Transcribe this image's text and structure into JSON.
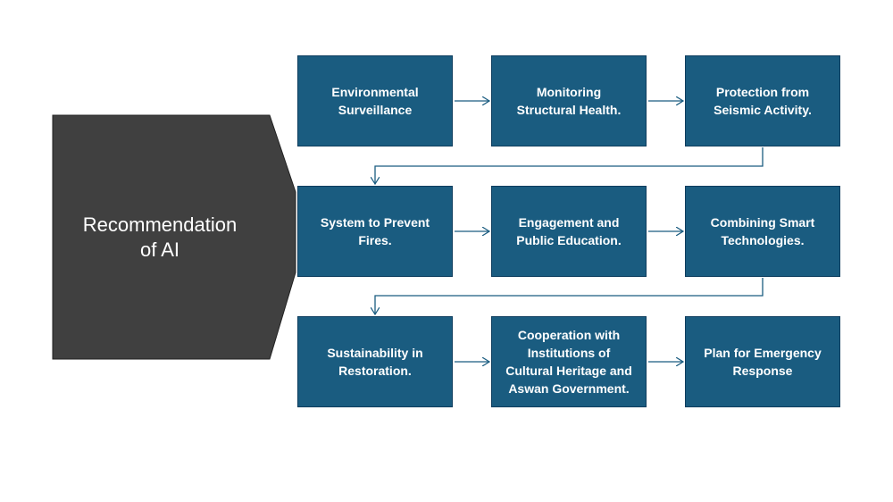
{
  "center": {
    "label": "Recommendation\nof AI"
  },
  "steps": [
    "Environmental\nSurveillance",
    "Monitoring\nStructural Health.",
    "Protection from\nSeismic Activity.",
    "System to Prevent\nFires.",
    "Engagement and\nPublic Education.",
    "Combining Smart\nTechnologies.",
    "Sustainability in\nRestoration.",
    "Cooperation with\nInstitutions of\nCultural Heritage and\nAswan Government.",
    "Plan for Emergency\nResponse"
  ],
  "colors": {
    "box": "#1a5c80",
    "center": "#404040",
    "arrow": "#1a5c80"
  }
}
